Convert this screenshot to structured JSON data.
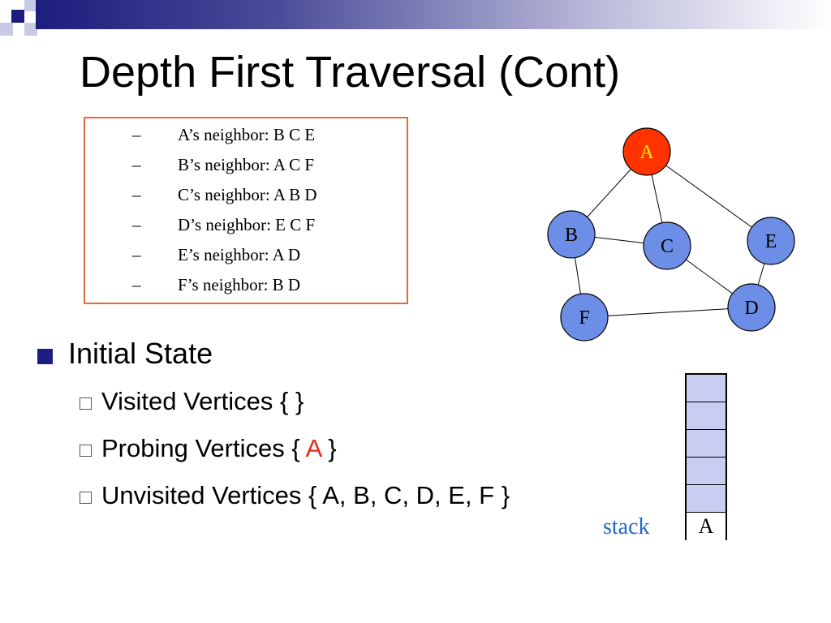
{
  "title": "Depth First Traversal (Cont)",
  "neighbors": [
    {
      "dash": "–",
      "text": "A’s neighbor: B C E"
    },
    {
      "dash": "–",
      "text": "B’s neighbor: A C F"
    },
    {
      "dash": "–",
      "text": "C’s neighbor: A B D"
    },
    {
      "dash": "–",
      "text": "D’s neighbor: E C F"
    },
    {
      "dash": "–",
      "text": "E’s neighbor: A D"
    },
    {
      "dash": "–",
      "text": "F’s neighbor: B D"
    }
  ],
  "graph": {
    "vertices": [
      "A",
      "B",
      "C",
      "D",
      "E",
      "F"
    ],
    "highlighted_vertex": "A",
    "highlight_color": "#ff3300",
    "vertex_color": "#6d8ee6",
    "edges": [
      [
        "A",
        "B"
      ],
      [
        "A",
        "C"
      ],
      [
        "A",
        "E"
      ],
      [
        "B",
        "C"
      ],
      [
        "B",
        "F"
      ],
      [
        "C",
        "D"
      ],
      [
        "D",
        "E"
      ],
      [
        "D",
        "F"
      ]
    ]
  },
  "bullets": {
    "main": "Initial State",
    "visited": {
      "label": "Visited Vertices",
      "value": " { }"
    },
    "probing": {
      "label": "Probing Vertices { ",
      "value": "A",
      "close": " }"
    },
    "unvisited": {
      "label": "Unvisited Vertices { A, B, C, D, E, F }"
    }
  },
  "stack": {
    "label": "stack",
    "items": [
      "A"
    ],
    "empty_slots": 5
  },
  "colors": {
    "title_bar": "#1c1d7e",
    "box_border": "#e36c3b",
    "accent_red": "#e52b1a",
    "stack_label": "#1f66c9",
    "stack_cell": "#c9cdf2"
  }
}
